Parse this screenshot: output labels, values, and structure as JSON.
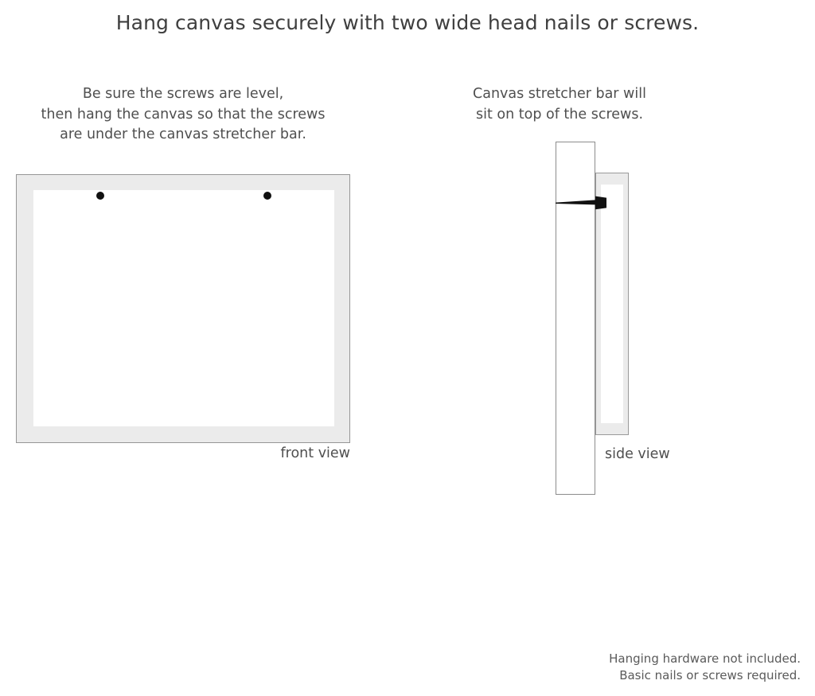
{
  "page": {
    "title": "Hang canvas securely with two wide head nails or screws.",
    "background_color": "#ffffff",
    "text_color": "#4a4a4a"
  },
  "front_panel": {
    "caption_lines": [
      "Be sure the screws are level,",
      "then hang the canvas so that the screws",
      "are under the canvas stretcher bar."
    ],
    "view_label": "front view",
    "frame_fill_color": "#ebebeb",
    "frame_border_color": "#969696",
    "canvas_face_color": "#ffffff",
    "screw_color": "#111111",
    "screw_count": 2
  },
  "side_panel": {
    "caption_lines": [
      "Canvas stretcher bar will",
      "sit on top of the screws."
    ],
    "view_label": "side view",
    "wall_fill_color": "#ffffff",
    "wall_border_color": "#8c8c8c",
    "stretcher_bar_fill_color": "#ebebeb",
    "stretcher_bar_border_color": "#9a9a9a",
    "screw_color": "#111111",
    "screw_count": 1
  },
  "footer": {
    "lines": [
      "Hanging hardware not included.",
      "Basic nails or screws required."
    ]
  },
  "icons": {
    "screw_dot": "screw-head-dot-icon",
    "screw_profile": "screw-side-profile-icon"
  }
}
